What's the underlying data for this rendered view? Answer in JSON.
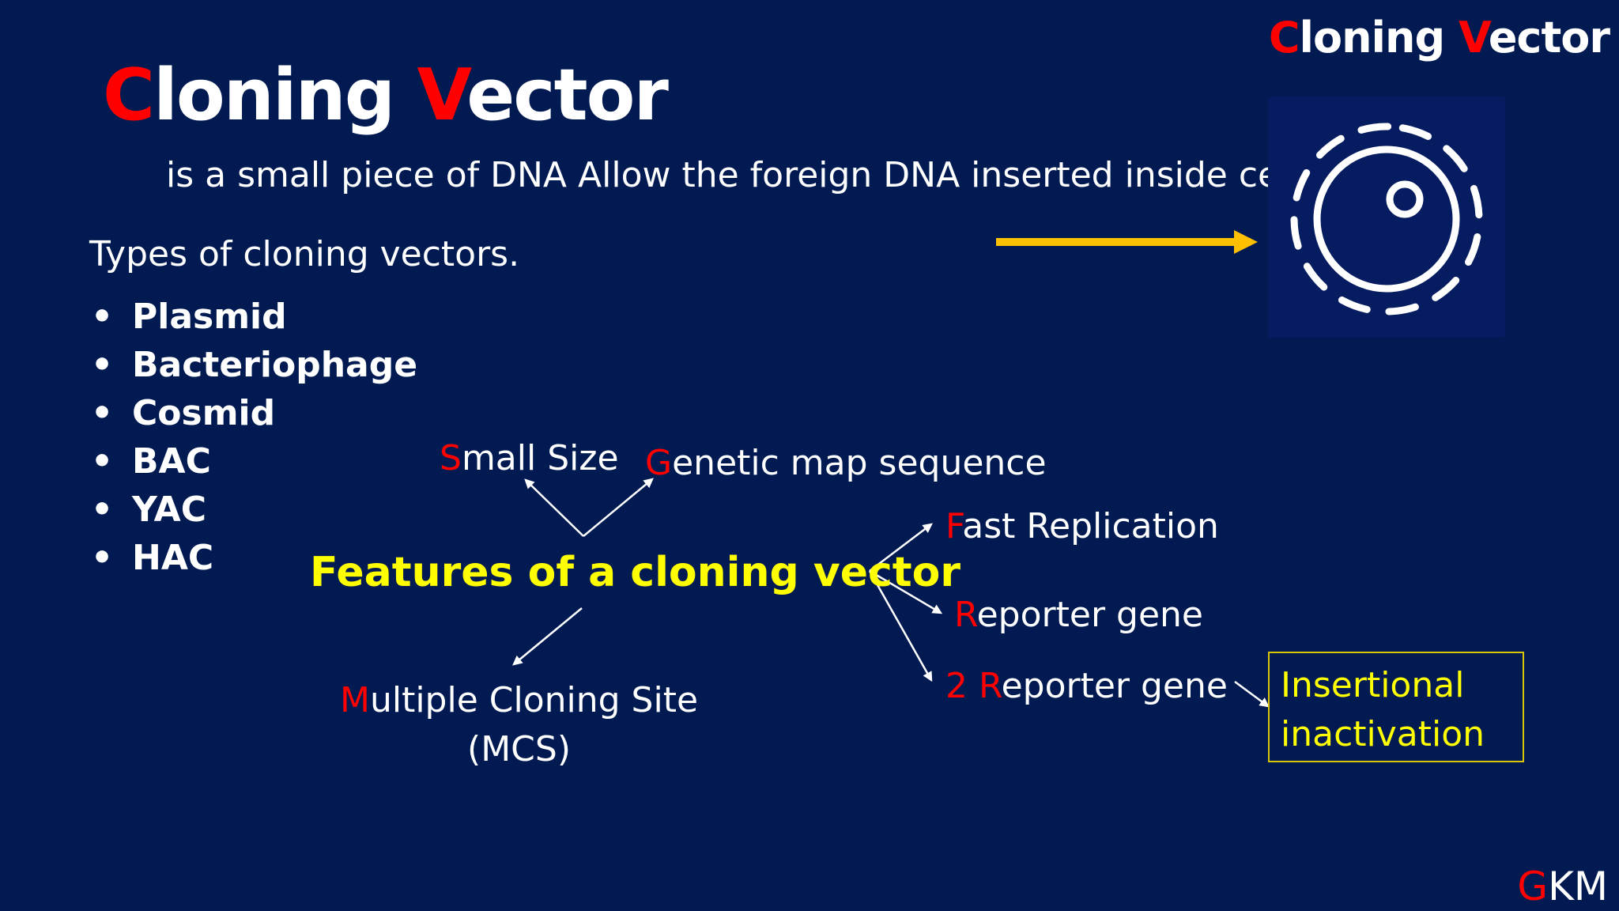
{
  "corner_title": {
    "first_letter": "C",
    "part1": "loning ",
    "second_letter": "V",
    "part2": "ector"
  },
  "main_title": {
    "first_letter": "C",
    "part1": "loning ",
    "second_letter": "V",
    "part2": "ector"
  },
  "definition": "is a small piece of DNA Allow the foreign DNA inserted inside cell",
  "types_heading": "Types of cloning vectors.",
  "types": [
    "Plasmid",
    "Bacteriophage",
    "Cosmid",
    "BAC",
    "YAC",
    "HAC"
  ],
  "bullet_char": "•",
  "features": {
    "center": "Features of a cloning vector",
    "small_size": {
      "first": "S",
      "rest": "mall Size"
    },
    "genetic_map": {
      "first": "G",
      "rest": "enetic map sequence"
    },
    "fast_replication": {
      "first": "F",
      "rest": "ast Replication"
    },
    "reporter_gene": {
      "first": "R",
      "rest": "eporter gene"
    },
    "two_reporter_gene": {
      "prefix": "2 ",
      "first": "R",
      "rest": "eporter gene"
    },
    "mcs": {
      "first": "M",
      "rest": "ultiple Cloning Site",
      "abbr": "(MCS)"
    }
  },
  "insertional_inactivation": [
    "Insertional",
    "inactivation"
  ],
  "brand": {
    "first": "G",
    "rest": "KM"
  },
  "colors": {
    "background": "#011a52",
    "accent_red": "#ff0000",
    "accent_yellow": "#ffff00",
    "arrow_gold": "#ffc000",
    "text": "#ffffff"
  },
  "icons": [
    "cell-icon",
    "right-arrow-icon"
  ]
}
